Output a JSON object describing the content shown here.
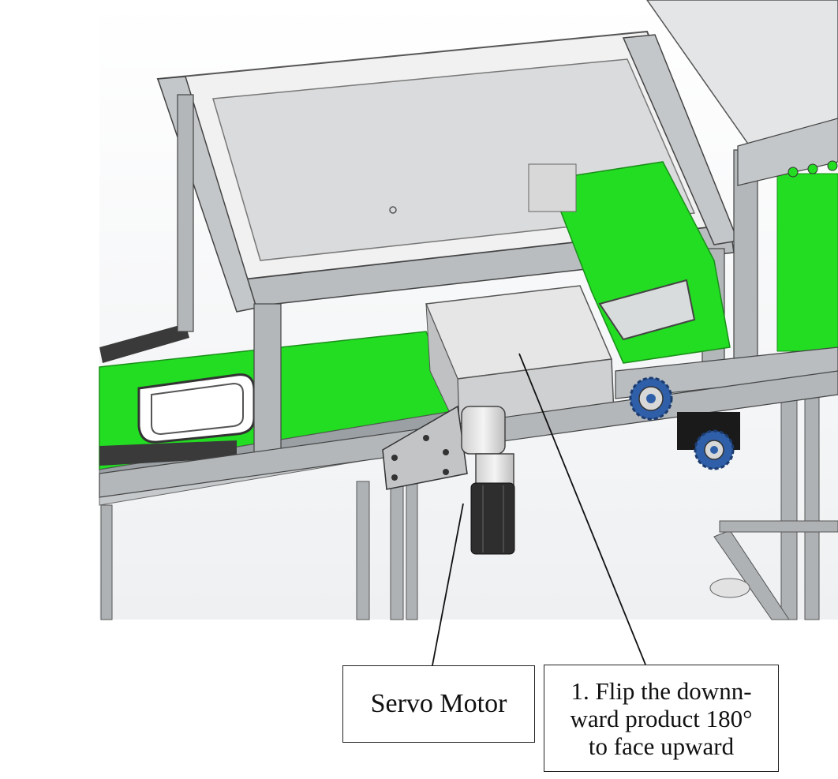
{
  "labels": {
    "servo_motor": "Servo Motor",
    "flip_step": {
      "line1": "1. Flip the downn-",
      "line2": "ward product 180°",
      "line3": "to face upward"
    }
  },
  "colors": {
    "belt_green": "#22dd22",
    "frame_gray": "#b9bdc0",
    "panel_glass": "#dcdcdc",
    "sprocket_blue": "#2f5fa8",
    "line_black": "#111111"
  }
}
